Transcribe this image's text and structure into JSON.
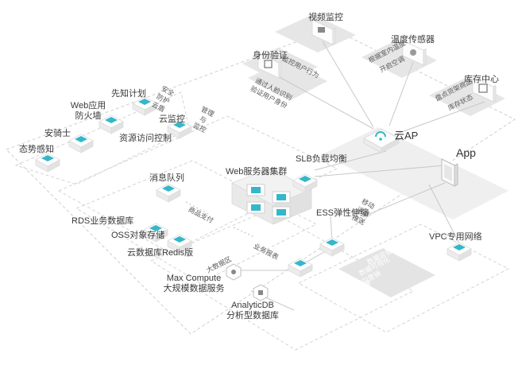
{
  "colors": {
    "accent": "#34b8c9",
    "box_fill": "#f4f4f4",
    "box_edge": "#dcdcdc",
    "dashed": "#c9c9c9",
    "panel": "#e6e6e6",
    "text": "#3a3a3a"
  },
  "nodes": {
    "video": "视频监控",
    "temp": "温度传感器",
    "identity": "身份验证",
    "warehouse": "库存中心",
    "cloud_ap": "云AP",
    "app": "App",
    "waf_line1": "Web应用",
    "waf_line2": "防火墙",
    "xianzhi": "先知计划",
    "anqishi": "安骑士",
    "situation": "态势感知",
    "cloud_monitor": "云监控",
    "ram": "资源访问控制",
    "mq": "消息队列",
    "web_cluster": "Web服务器集群",
    "slb": "SLB负载均衡",
    "ess": "ESS弹性伸缩",
    "rds": "RDS业务数据库",
    "oss": "OSS对象存储",
    "redis": "云数据库Redis版",
    "vpc": "VPC专用网络",
    "maxcompute_line1": "Max Compute",
    "maxcompute_line2": "大规模数据服务",
    "adb_line1": "AnalyticDB",
    "adb_line2": "分析型数据库"
  },
  "captions": {
    "video_desc": "监控用户行为",
    "identity_desc_1": "通过人脸识别",
    "identity_desc_2": "验证用户身份",
    "temp_desc_1": "根据室内温度",
    "temp_desc_2": "开启空调",
    "warehouse_desc_1": "盘点货架商品",
    "warehouse_desc_2": "库存状态",
    "security_1": "安全",
    "security_2": "防护",
    "security_3": "云盾",
    "mgmt_1": "管理",
    "mgmt_2": "与",
    "mgmt_3": "监控",
    "mobile_1": "移动",
    "mobile_2": "消息",
    "mobile_3": "推送",
    "payment": "商品支付",
    "report": "业务报表",
    "bigdata": "大数据区",
    "analytics_1": "数据运营",
    "analytics_2": "数据可视化",
    "analytics_3": "定向营销",
    "analytics_4": "推荐引擎",
    "analytics_5": "人脸识别",
    "analytics_6": "用户画像"
  }
}
